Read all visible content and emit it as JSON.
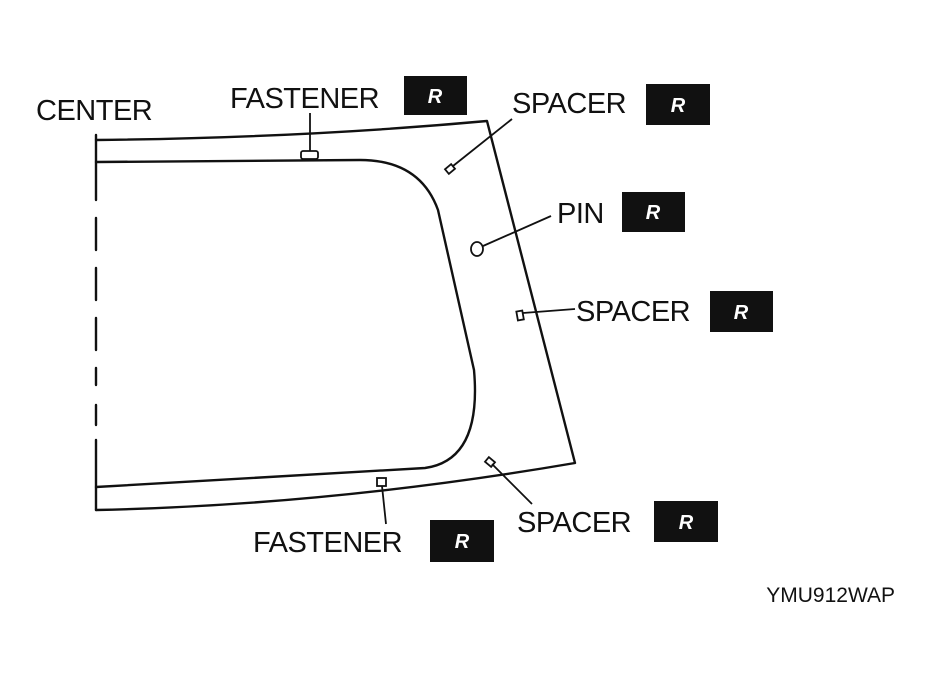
{
  "labels": {
    "center": "CENTER",
    "fastener_top": "FASTENER",
    "spacer_top": "SPACER",
    "pin": "PIN",
    "spacer_middle": "SPACER",
    "fastener_bottom": "FASTENER",
    "spacer_bottom": "SPACER"
  },
  "badge_letter": "R",
  "figure_code": "YMU912WAP",
  "colors": {
    "ink": "#111111",
    "badge_fill": "#111111",
    "badge_text": "#ffffff",
    "background": "#ffffff"
  }
}
